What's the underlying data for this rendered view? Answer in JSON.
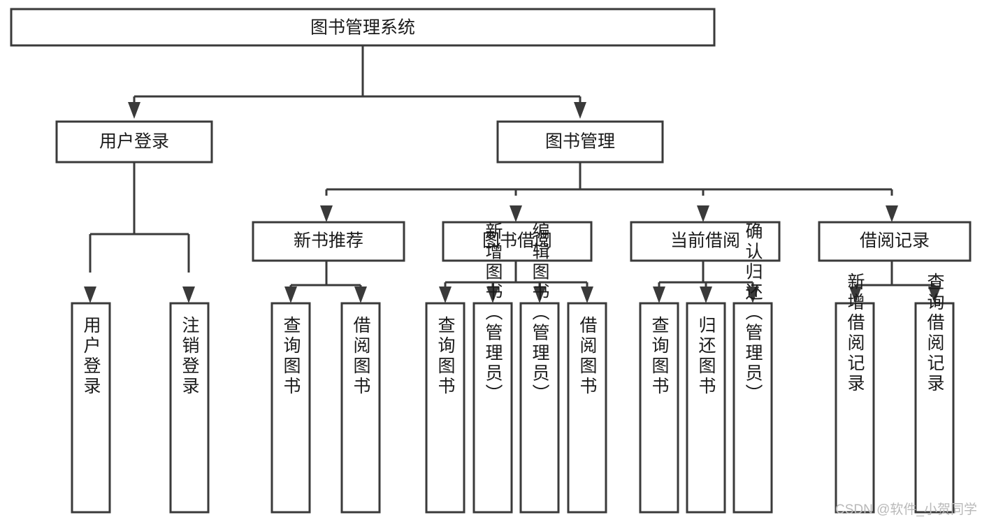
{
  "diagram": {
    "title": "图书管理系统",
    "type": "tree-hierarchy-diagram",
    "colors": {
      "stroke": "#3a3a3a",
      "box_fill": "#ffffff",
      "text": "#1a1a1a",
      "background": "#ffffff",
      "watermark": "#b9b9b9"
    },
    "root": {
      "label": "图书管理系统"
    },
    "level2": [
      {
        "label": "用户登录"
      },
      {
        "label": "图书管理"
      }
    ],
    "level3": [
      {
        "label": "新书推荐"
      },
      {
        "label": "图书借阅"
      },
      {
        "label": "当前借阅"
      },
      {
        "label": "借阅记录"
      }
    ],
    "leaves": {
      "user_login": [
        {
          "label": "用户登录"
        },
        {
          "label": "注销登录"
        }
      ],
      "new_book_recommend": [
        {
          "label": "查询图书"
        },
        {
          "label": "借阅图书"
        }
      ],
      "book_borrow": [
        {
          "label": "查询图书"
        },
        {
          "label": "新增图书（管理员）"
        },
        {
          "label": "编辑图书（管理员）"
        },
        {
          "label": "借阅图书"
        }
      ],
      "current_borrow": [
        {
          "label": "查询图书"
        },
        {
          "label": "归还图书"
        },
        {
          "label": "确认归还（管理员）"
        }
      ],
      "borrow_record": [
        {
          "label": "新增借阅记录"
        },
        {
          "label": "查询借阅记录"
        }
      ]
    }
  },
  "watermark": {
    "text": "CSDN @软件_小贺同学"
  }
}
